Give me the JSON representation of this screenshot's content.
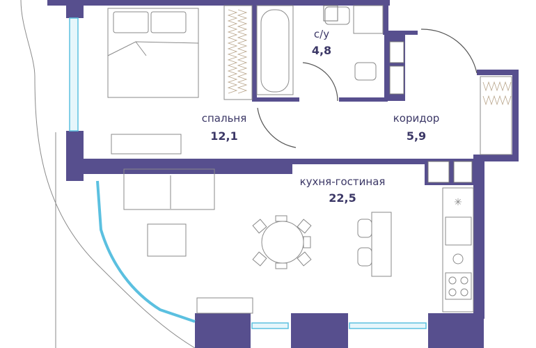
{
  "colors": {
    "wall": "#574f8e",
    "window": "#5bc0e0",
    "label": "#3b3766"
  },
  "rooms": [
    {
      "name": "спальня",
      "area": "12,1"
    },
    {
      "name": "с/у",
      "area": "4,8"
    },
    {
      "name": "коридор",
      "area": "5,9"
    },
    {
      "name": "кухня-гостиная",
      "area": "22,5"
    }
  ]
}
